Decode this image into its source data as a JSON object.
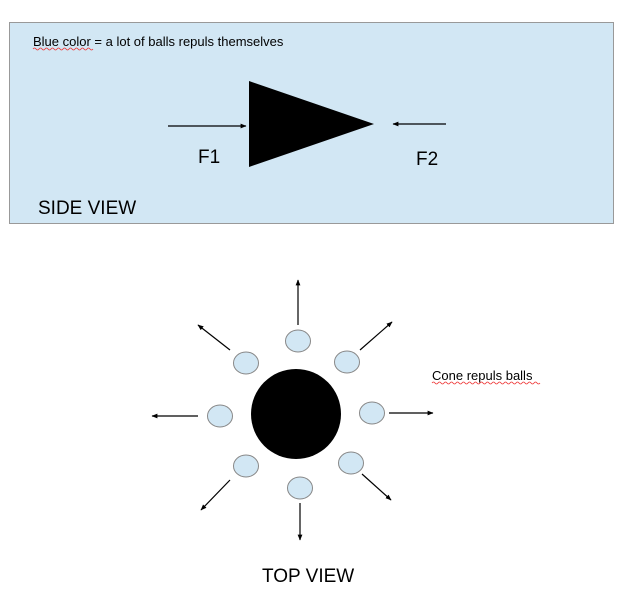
{
  "side_view": {
    "caption": "Blue color = a lot of balls repuls themselves",
    "f1_label": "F1",
    "f2_label": "F2",
    "title": "SIDE VIEW"
  },
  "top_view": {
    "annotation": "Cone repuls balls",
    "title": "TOP VIEW"
  },
  "colors": {
    "panel": "#d2e7f4",
    "ball": "#d2e7f4",
    "cone": "#000000"
  }
}
